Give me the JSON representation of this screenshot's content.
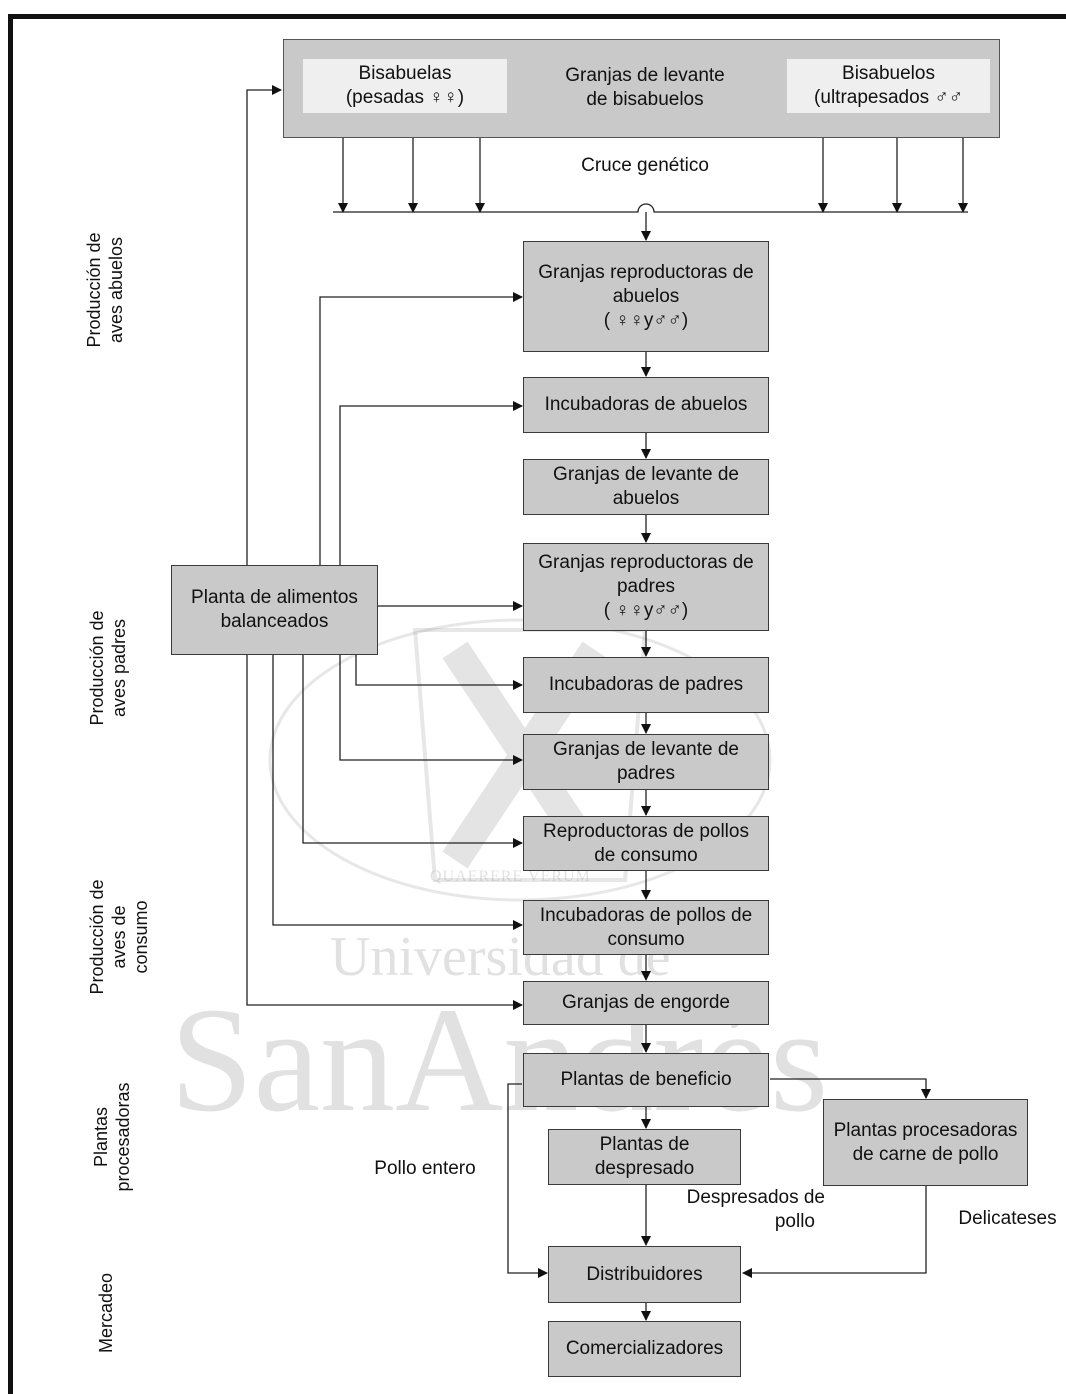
{
  "top": {
    "bisabuelas": [
      "Bisabuelas",
      "(pesadas ♀♀)"
    ],
    "center": [
      "Granjas de levante",
      "de bisabuelos"
    ],
    "bisabuelos": [
      "Bisabuelos",
      "(ultrapesados ♂♂"
    ]
  },
  "cruce": "Cruce genético",
  "planta": [
    "Planta de alimentos",
    "balanceados"
  ],
  "chain": {
    "repro_abuelos": [
      "Granjas reproductoras de",
      "abuelos",
      "( ♀♀y♂♂)"
    ],
    "incub_abuelos": [
      "Incubadoras de abuelos"
    ],
    "levante_abuelos": [
      "Granjas de levante de",
      "abuelos"
    ],
    "repro_padres": [
      "Granjas reproductoras de",
      "padres",
      "( ♀♀y♂♂)"
    ],
    "incub_padres": [
      "Incubadoras de padres"
    ],
    "levante_padres": [
      "Granjas de levante de",
      "padres"
    ],
    "repro_consumo": [
      "Reproductoras de pollos",
      "de consumo"
    ],
    "incub_consumo": [
      "Incubadoras de pollos de",
      "consumo"
    ],
    "engorde": [
      "Granjas de engorde"
    ],
    "beneficio": [
      "Plantas de beneficio"
    ],
    "despresado": [
      "Plantas de",
      "despresado"
    ],
    "procesadoras": [
      "Plantas procesadoras",
      "de carne de pollo"
    ],
    "distribuidores": [
      "Distribuidores"
    ],
    "comercializadores": [
      "Comercializadores"
    ]
  },
  "edge_labels": {
    "pollo_entero": "Pollo entero",
    "despresados": [
      "Despresados de",
      "pollo"
    ],
    "delicateses": "Delicateses"
  },
  "side_labels": {
    "abuelos": [
      "Producción de",
      "aves abuelos"
    ],
    "padres": [
      "Producción de",
      "aves padres"
    ],
    "consumo": [
      "Producción de",
      "aves de",
      "consumo"
    ],
    "plantas": [
      "Plantas",
      "procesadoras"
    ],
    "mercadeo": [
      "Mercadeo"
    ]
  },
  "watermark": {
    "motto": "QUAERERE VERUM",
    "line1": "Universidad de",
    "line2": "SanAndrés"
  }
}
